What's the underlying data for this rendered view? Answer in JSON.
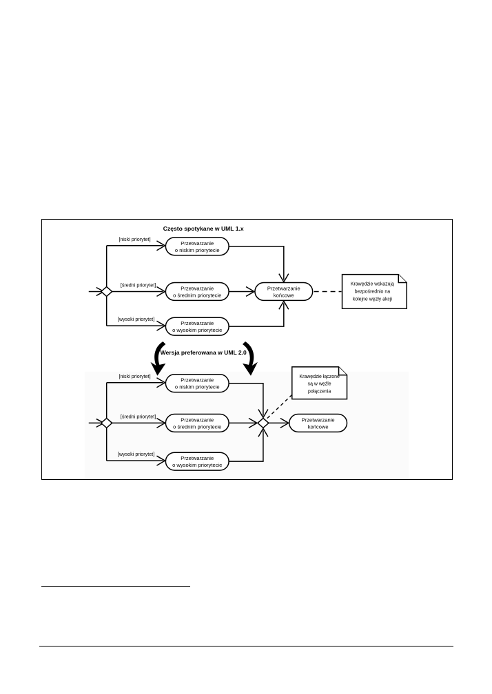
{
  "figure": {
    "upper": {
      "title": "Często spotykane w UML 1.x",
      "guards": [
        "[niski priorytet]",
        "[średni priorytet]",
        "[wysoki priorytet]"
      ],
      "actions": [
        {
          "line1": "Przetwarzanie",
          "line2": "o niskim priorytecie"
        },
        {
          "line1": "Przetwarzanie",
          "line2": "o średnim priorytecie"
        },
        {
          "line1": "Przetwarzanie",
          "line2": "o wysokim priorytecie"
        }
      ],
      "final_action": {
        "line1": "Przetwarzanie",
        "line2": "końcowe"
      },
      "note": {
        "line1": "Krawędzie wskazują",
        "line2": "bezpośrednio na",
        "line3": "kolejne węzły akcji"
      }
    },
    "callout": "Wersja preferowana w UML 2.0",
    "lower": {
      "guards": [
        "[niski priorytet]",
        "[średni priorytet]",
        "[wysoki priorytet]"
      ],
      "actions": [
        {
          "line1": "Przetwarzanie",
          "line2": "o niskim priorytecie"
        },
        {
          "line1": "Przetwarzanie",
          "line2": "o średnim priorytecie"
        },
        {
          "line1": "Przetwarzanie",
          "line2": "o wysokim priorytecie"
        }
      ],
      "final_action": {
        "line1": "Przetwarzanie",
        "line2": "końcowe"
      },
      "note": {
        "line1": "Krawędzie łączone",
        "line2": "są w węźle",
        "line3": "połączenia"
      }
    }
  },
  "colors": {
    "ink": "#000000",
    "paper": "#ffffff",
    "panel": "#fbfbfb"
  }
}
